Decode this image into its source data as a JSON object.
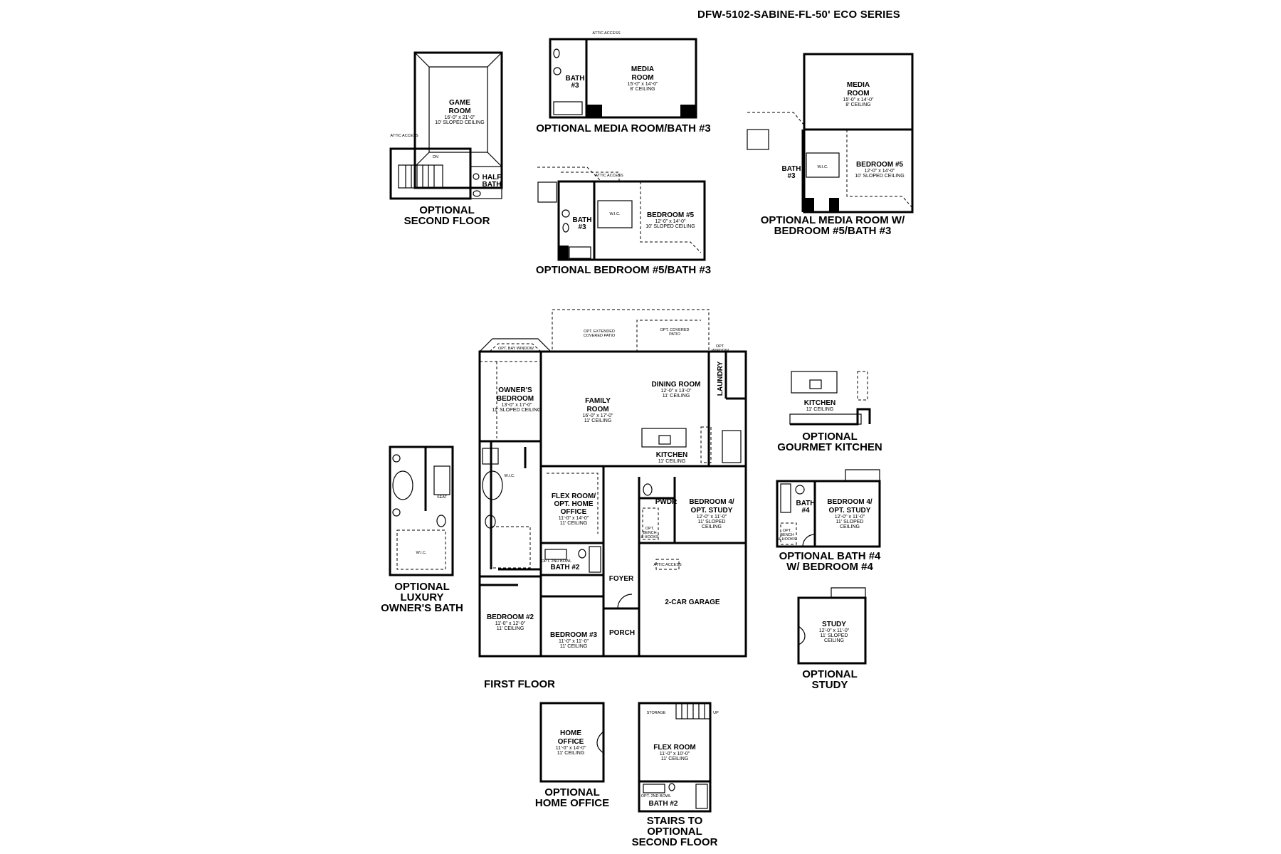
{
  "title": "DFW-5102-SABINE-FL-50' ECO SERIES",
  "captions": {
    "second_floor": [
      "OPTIONAL",
      "SECOND FLOOR"
    ],
    "media_bath3": [
      "OPTIONAL MEDIA ROOM/BATH #3"
    ],
    "bed5_bath3": [
      "OPTIONAL BEDROOM #5/BATH #3"
    ],
    "media_bed5": [
      "OPTIONAL MEDIA ROOM W/",
      "BEDROOM #5/BATH #3"
    ],
    "first_floor": [
      "FIRST FLOOR"
    ],
    "gourmet_kitchen": [
      "OPTIONAL",
      "GOURMET KITCHEN"
    ],
    "bath4": [
      "OPTIONAL BATH #4",
      "W/ BEDROOM #4"
    ],
    "luxury_bath": [
      "OPTIONAL",
      "LUXURY",
      "OWNER'S BATH"
    ],
    "study": [
      "OPTIONAL",
      "STUDY"
    ],
    "home_office": [
      "OPTIONAL",
      "HOME OFFICE"
    ],
    "stairs": [
      "STAIRS TO",
      "OPTIONAL",
      "SECOND FLOOR"
    ]
  },
  "rooms": {
    "game_room": {
      "name": [
        "GAME",
        "ROOM"
      ],
      "dim": "16'-0\" x 21'-0\"",
      "ceiling": "10' SLOPED CEILING"
    },
    "half_bath": {
      "name": [
        "HALF",
        "BATH"
      ]
    },
    "attic_access": "ATTIC ACCESS",
    "dn": "DN",
    "media_room": {
      "name": [
        "MEDIA",
        "ROOM"
      ],
      "dim": "15'-0\" x 14'-0\"",
      "ceiling": "8' CEILING"
    },
    "bath3": {
      "name": [
        "BATH",
        "#3"
      ]
    },
    "bedroom5": {
      "name": "BEDROOM #5",
      "dim": "12'-0\" x 14'-0\"",
      "ceiling": "10' SLOPED CEILING"
    },
    "wic": "W.I.C.",
    "owners_bedroom": {
      "name": [
        "OWNER'S",
        "BEDROOM"
      ],
      "dim": "13'-0\" x 17'-0\"",
      "ceiling": "11' SLOPED CEILING"
    },
    "family_room": {
      "name": [
        "FAMILY",
        "ROOM"
      ],
      "dim": "16'-0\" x 17'-0\"",
      "ceiling": "11' CEILING"
    },
    "dining_room": {
      "name": "DINING ROOM",
      "dim": "12'-0\" x 13'-0\"",
      "ceiling": "11' CEILING"
    },
    "kitchen": {
      "name": "KITCHEN",
      "ceiling": "11' CEILING"
    },
    "laundry": "LAUNDRY",
    "flex_office": {
      "name": [
        "FLEX ROOM/",
        "OPT. HOME",
        "OFFICE"
      ],
      "dim": "11'-0\" x 14'-0\"",
      "ceiling": "11' CEILING"
    },
    "pwdr": "PWDR",
    "bedroom4_study": {
      "name": [
        "BEDROOM 4/",
        "OPT. STUDY"
      ],
      "dim": "12'-0\" x 11'-0\"",
      "ceiling": [
        "11' SLOPED",
        "CEILING"
      ]
    },
    "bath2": "BATH #2",
    "opt_2nd_bowl": "OPT. 2ND BOWL",
    "foyer": "FOYER",
    "garage": "2-CAR GARAGE",
    "bedroom2": {
      "name": "BEDROOM #2",
      "dim": "11'-0\" x 12'-0\"",
      "ceiling": "11' CEILING"
    },
    "bedroom3": {
      "name": "BEDROOM #3",
      "dim": "11'-0\" x 11'-0\"",
      "ceiling": "11' CEILING"
    },
    "porch": "PORCH",
    "opt_bay_window": "OPT. BAY WINDOW",
    "opt_ext_patio": [
      "OPT. EXTENDED",
      "COVERED PATIO"
    ],
    "opt_covered_patio": [
      "OPT. COVERED",
      "PATIO"
    ],
    "opt_window": [
      "OPT.",
      "WINDOW"
    ],
    "opt_bench": [
      "OPT.",
      "BENCH",
      "& HOOKS"
    ],
    "bath4": [
      "BATH",
      "#4"
    ],
    "study": {
      "name": "STUDY",
      "dim": "12'-0\" x 11'-0\"",
      "ceiling": [
        "11' SLOPED",
        "CEILING"
      ]
    },
    "home_office": {
      "name": [
        "HOME",
        "OFFICE"
      ],
      "dim": "11'-0\" x 14'-0\"",
      "ceiling": "11' CEILING"
    },
    "flex_room": {
      "name": "FLEX ROOM",
      "dim": "11'-0\" x 10'-0\"",
      "ceiling": "11' CEILING"
    },
    "storage": "STORAGE",
    "up": "UP",
    "seat": "SEAT"
  }
}
